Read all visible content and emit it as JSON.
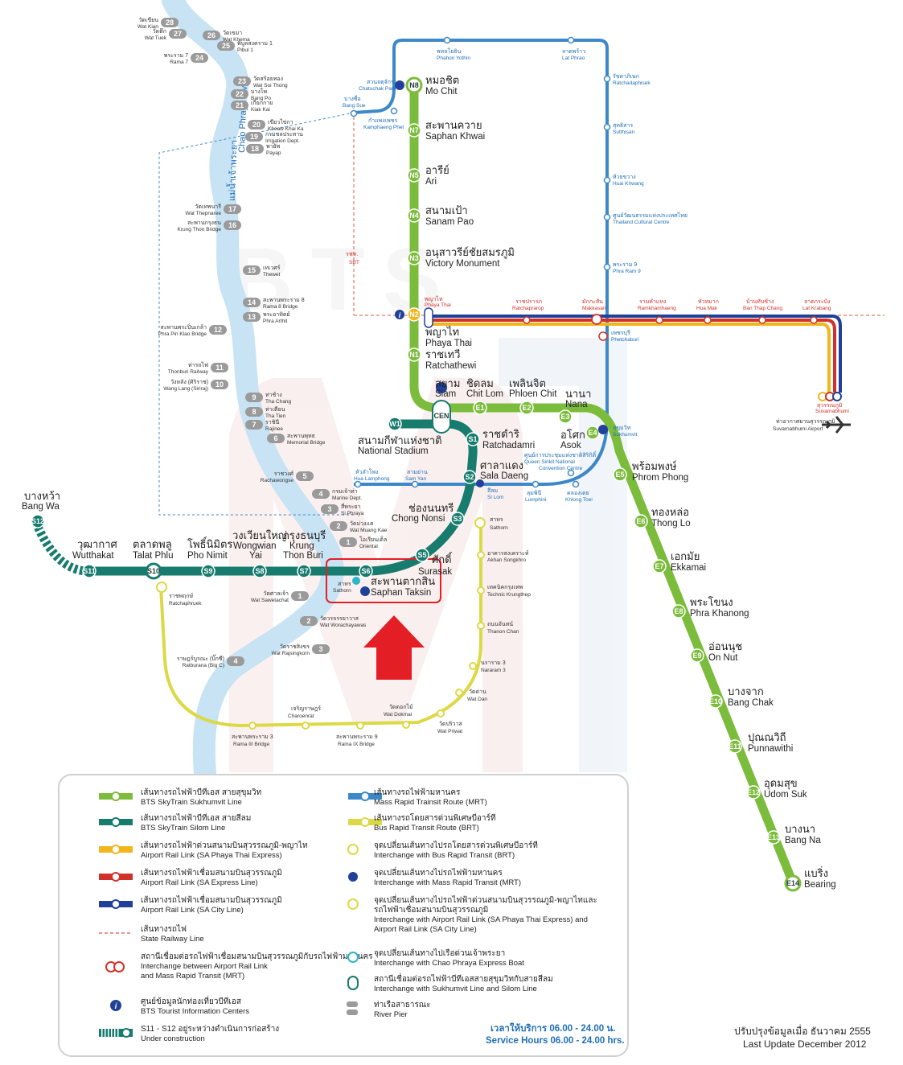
{
  "colors": {
    "sukhumvit": "#7cbc3c",
    "silom": "#177b6e",
    "mrt": "#3c88c8",
    "brt": "#dcd946",
    "arl_express": "#d0322b",
    "arl_city": "#21409a",
    "arl_phayathai": "#f2b61c",
    "river": "#c7e3f4",
    "rail": "#e0574a",
    "highlight": "#e41e25"
  },
  "watermark": "BTS",
  "river": {
    "th": "แม่น้ำเจ้าพระยา",
    "en": "Chao Phraya River"
  },
  "sukhumvit": [
    {
      "code": "N8",
      "th": "หมอชิต",
      "en": "Mo Chit"
    },
    {
      "code": "N7",
      "th": "สะพานควาย",
      "en": "Saphan Khwai"
    },
    {
      "code": "N5",
      "th": "อารีย์",
      "en": "Ari"
    },
    {
      "code": "N4",
      "th": "สนามเป้า",
      "en": "Sanam Pao"
    },
    {
      "code": "N3",
      "th": "อนุสาวรีย์ชัยสมรภูมิ",
      "en": "Victory Monument"
    },
    {
      "code": "N2",
      "th": "พญาไท",
      "en": "Phaya Thai"
    },
    {
      "code": "N1",
      "th": "ราชเทวี",
      "en": "Ratchathewi"
    },
    {
      "code": "CEN",
      "th": "สยาม",
      "en": "Siam"
    },
    {
      "code": "E1",
      "th": "ชิดลม",
      "en": "Chit Lom"
    },
    {
      "code": "E2",
      "th": "เพลินจิต",
      "en": "Phloen Chit"
    },
    {
      "code": "E3",
      "th": "นานา",
      "en": "Nana"
    },
    {
      "code": "E4",
      "th": "อโศก",
      "en": "Asok"
    },
    {
      "code": "E5",
      "th": "พร้อมพงษ์",
      "en": "Phrom Phong"
    },
    {
      "code": "E6",
      "th": "ทองหล่อ",
      "en": "Thong Lo"
    },
    {
      "code": "E7",
      "th": "เอกมัย",
      "en": "Ekkamai"
    },
    {
      "code": "E8",
      "th": "พระโขนง",
      "en": "Phra Khanong"
    },
    {
      "code": "E9",
      "th": "อ่อนนุช",
      "en": "On Nut"
    },
    {
      "code": "E10",
      "th": "บางจาก",
      "en": "Bang Chak"
    },
    {
      "code": "E11",
      "th": "ปุณณวิถี",
      "en": "Punnawithi"
    },
    {
      "code": "E12",
      "th": "อุดมสุข",
      "en": "Udom Suk"
    },
    {
      "code": "E13",
      "th": "บางนา",
      "en": "Bang Na"
    },
    {
      "code": "E14",
      "th": "แบริ่ง",
      "en": "Bearing"
    }
  ],
  "silom": [
    {
      "code": "W1",
      "th": "สนามกีฬาแห่งชาติ",
      "en": "National Stadium"
    },
    {
      "code": "S1",
      "th": "ราชดำริ",
      "en": "Ratchadamri"
    },
    {
      "code": "S2",
      "th": "ศาลาแดง",
      "en": "Sala Daeng"
    },
    {
      "code": "S3",
      "th": "ช่องนนทรี",
      "en": "Chong Nonsi"
    },
    {
      "code": "S5",
      "th": "ศักดิ์",
      "en": "Surasak"
    },
    {
      "code": "S6",
      "th": "สะพานตากสิน",
      "en": "Saphan Taksin"
    },
    {
      "code": "S7",
      "th": "กรุงธนบุรี",
      "en": "Krung",
      "en2": "Thon Buri"
    },
    {
      "code": "S8",
      "th": "วงเวียนใหญ่",
      "en": "Wongwian",
      "en2": "Yai"
    },
    {
      "code": "S9",
      "th": "โพธิ์นิมิตร",
      "en": "Pho Nimit"
    },
    {
      "code": "S10",
      "th": "ตลาดพลู",
      "en": "Talat Phlu"
    },
    {
      "code": "S11",
      "th": "วุฒากาศ",
      "en": "Wutthakat"
    },
    {
      "code": "S12",
      "th": "บางหว้า",
      "en": "Bang Wa"
    }
  ],
  "mrt": [
    {
      "th": "พหลโยธิน",
      "en": "Phahon Yothin"
    },
    {
      "th": "ลาดพร้าว",
      "en": "Lat Phrao"
    },
    {
      "th": "รัชดาภิเษก",
      "en": "Ratchadaphisek"
    },
    {
      "th": "สุทธิสาร",
      "en": "Sutthisan"
    },
    {
      "th": "ห้วยขวาง",
      "en": "Huai Khwang"
    },
    {
      "th": "ศูนย์วัฒนธรรมแห่งประเทศไทย",
      "en": "Thailand Cultural Centre"
    },
    {
      "th": "พระราม 9",
      "en": "Phra Ram 9"
    },
    {
      "th": "เพชรบุรี",
      "en": "Phetchaburi"
    },
    {
      "th": "สุขุมวิท",
      "en": "Sukhumvit"
    },
    {
      "th": "ศูนย์การประชุมแห่งชาติสิริกิติ์",
      "en": "Queen Sirikit National",
      "en2": "Convention Centre"
    },
    {
      "th": "คลองเตย",
      "en": "Khlong Toei"
    },
    {
      "th": "ลุมพินี",
      "en": "Lumphini"
    },
    {
      "th": "สีลม",
      "en": "Si Lom"
    },
    {
      "th": "สามย่าน",
      "en": "Sam Yan"
    },
    {
      "th": "หัวลำโพง",
      "en": "Hua Lamphong"
    },
    {
      "th": "สวนจตุจักร",
      "en": "Chatuchak Park"
    },
    {
      "th": "กำแพงเพชร",
      "en": "Kamphaeng Phet"
    },
    {
      "th": "บางซื่อ",
      "en": "Bang Sue"
    }
  ],
  "arl": [
    {
      "th": "พญาไท",
      "en": "Phaya Thai"
    },
    {
      "th": "ราชปรารภ",
      "en": "Ratchaprarop"
    },
    {
      "th": "มักกะสัน",
      "en": "Makkasan"
    },
    {
      "th": "รามคำแหง",
      "en": "Ramkhamhaeng"
    },
    {
      "th": "หัวหมาก",
      "en": "Hua Mak"
    },
    {
      "th": "บ้านทับช้าง",
      "en": "Ban Thap Chang"
    },
    {
      "th": "ลาดกระบัง",
      "en": "Lat Krabang"
    },
    {
      "th": "สุวรรณภูมิ",
      "en": "Suvarnabhumi"
    }
  ],
  "airport": {
    "th": "ท่าอากาศยานสุวรรณภูมิ",
    "en": "Suvarnabhumi Airport"
  },
  "srt_label": {
    "th": "รฟท.",
    "en": "SRT"
  },
  "brt": [
    {
      "th": "สาทร",
      "en": "Sathorn"
    },
    {
      "th": "อาคารสงเคราะห์",
      "en": "Akhan Songkhro"
    },
    {
      "th": "เทคนิคกรุงเทพ",
      "en": "Technic Krungthep"
    },
    {
      "th": "ถนนจันทน์",
      "en": "Thanon Chan"
    },
    {
      "th": "นราราม 3",
      "en": "Nararam 3"
    },
    {
      "th": "วัดด่าน",
      "en": "Wat Dan"
    },
    {
      "th": "วัดปริวาส",
      "en": "Wat Priwat"
    },
    {
      "th": "วัดดอกไม้",
      "en": "Wat Dokmai"
    },
    {
      "th": "สะพานพระราม 9",
      "en": "Rama IX Bridge"
    },
    {
      "th": "เจริญราษฎร์",
      "en": "Charoenrat"
    },
    {
      "th": "สะพานพระราม 3",
      "en": "Rama III Bridge"
    },
    {
      "th": "ราชพฤกษ์",
      "en": "Ratchaphruek"
    }
  ],
  "piers": [
    {
      "num": "28",
      "th": "วัดเขียน",
      "en": "Wat Kian"
    },
    {
      "num": "27",
      "th": "วัดตึก",
      "en": "Wat Tuek"
    },
    {
      "num": "26",
      "th": "วัดเขมา",
      "en": "Wat Khema"
    },
    {
      "num": "25",
      "th": "พิบูลสงคราม 1",
      "en": "Pibul 1"
    },
    {
      "num": "24",
      "th": "พระราม 7",
      "en": "Rama 7"
    },
    {
      "num": "23",
      "th": "วัดสร้อยทอง",
      "en": "Wat Soi Thong"
    },
    {
      "num": "22",
      "th": "บางโพ",
      "en": "Bang Po"
    },
    {
      "num": "21",
      "th": "เกียกกาย",
      "en": "Kiak Kai"
    },
    {
      "num": "20",
      "th": "เขียวไข่กา",
      "en": "Kheaw Khai Ka"
    },
    {
      "num": "19",
      "th": "กรมชลประทาน",
      "en": "Irrigation Dept."
    },
    {
      "num": "18",
      "th": "พายัพ",
      "en": "Payap"
    },
    {
      "num": "17",
      "th": "วัดเทพนารี",
      "en": "Wat Thepnaree"
    },
    {
      "num": "16",
      "th": "สะพานกรุงธน",
      "en": "Krung Thon Bridge"
    },
    {
      "num": "15",
      "th": "เทเวศร์",
      "en": "Thewet"
    },
    {
      "num": "14",
      "th": "สะพานพระราม 8",
      "en": "Rama 8 Bridge"
    },
    {
      "num": "13",
      "th": "พระอาทิตย์",
      "en": "Phra Arthit"
    },
    {
      "num": "12",
      "th": "สะพานพระปิ่นเกล้า",
      "en": "Phra Pin Klao Bridge"
    },
    {
      "num": "11",
      "th": "ท่ารถไฟ",
      "en": "Thonburi Railway"
    },
    {
      "num": "10",
      "th": "วังหลัง (ศิริราช)",
      "en": "Wang Lang (Siriraj)"
    },
    {
      "num": "9",
      "th": "ท่าช้าง",
      "en": "Tha Chang"
    },
    {
      "num": "8",
      "th": "ท่าเตียน",
      "en": "Tha Tien"
    },
    {
      "num": "7",
      "th": "ราชินี",
      "en": "Rajinee"
    },
    {
      "num": "6",
      "th": "สะพานพุทธ",
      "en": "Memorial Bridge"
    },
    {
      "num": "5",
      "th": "ราชวงศ์",
      "en": "Rachawongse"
    },
    {
      "num": "4",
      "th": "กรมเจ้าท่า",
      "en": "Marine Dept."
    },
    {
      "num": "3",
      "th": "สี่พระยา",
      "en": "Si Phraya"
    },
    {
      "num": "2",
      "th": "วัดม่วงแค",
      "en": "Wat Muang Kae"
    },
    {
      "num": "1",
      "th": "โอเรียนเต็ล",
      "en": "Oriental"
    },
    {
      "num": "1",
      "th": "วัดศาลเจ้า",
      "en": "Wat Sawetachat"
    },
    {
      "num": "2",
      "th": "วัดวรจรรยาวาส",
      "en": "Wat Worachayawas"
    },
    {
      "num": "3",
      "th": "วัดราชสิงขร",
      "en": "Wat Rajsingkorn"
    },
    {
      "num": "4",
      "th": "ราษฎร์บูรณะ (บิ๊กซี)",
      "en": "Ratburana (Big C)"
    }
  ],
  "sathorn_pier": {
    "th": "สาทร",
    "en": "Sathorn"
  },
  "legend": [
    {
      "key": "sukhumvit",
      "th": "เส้นทางรถไฟฟ้าบีทีเอส สายสุขุมวิท",
      "en": "BTS SkyTrain Sukhumvit Line"
    },
    {
      "key": "silom",
      "th": "เส้นทางรถไฟฟ้าบีทีเอส สายสีลม",
      "en": "BTS SkyTrain Silom Line"
    },
    {
      "key": "arl_phayathai",
      "th": "เส้นทางรถไฟฟ้าด่วนสนามบินสุวรรณภูมิ-พญาไท",
      "en": "Airport Rail Link (SA Phaya Thai Express)"
    },
    {
      "key": "arl_express",
      "th": "เส้นทางรถไฟฟ้าเชื่อมสนามบินสุวรรณภูมิ",
      "en": "Airport Rail Link (SA Express Line)"
    },
    {
      "key": "arl_city",
      "th": "เส้นทางรถไฟฟ้าเชื่อมสนามบินสุวรรณภูมิ",
      "en": "Airport Rail Link (SA City Line)"
    },
    {
      "key": "rail",
      "th": "เส้นทางรถไฟ",
      "en": "State Railway Line"
    },
    {
      "key": "arl_mrt",
      "th": "สถานีเชื่อมต่อรถไฟฟ้าเชื่อมสนามบินสุวรรณภูมิกับรถไฟฟ้ามหานคร",
      "th2": "",
      "en": "Interchange between Airport Rail Link",
      "en2": "and Mass Rapid Transit (MRT)"
    },
    {
      "key": "info",
      "th": "ศูนย์ข้อมูลนักท่องเที่ยวบีทีเอส",
      "en": "BTS Tourist Information Centers"
    },
    {
      "key": "construction",
      "th": "S11 - S12 อยู่ระหว่างดำเนินการก่อสร้าง",
      "en": "Under construction"
    },
    {
      "key": "mrt",
      "th": "เส้นทางรถไฟฟ้ามหานคร",
      "en": "Mass Rapid Trainsit Route (MRT)"
    },
    {
      "key": "brt",
      "th": "เส้นทางรถโดยสารด่วนพิเศษบีอาร์ที",
      "en": "Bus Rapid Transit Route (BRT)"
    },
    {
      "key": "int_brt",
      "th": "จุดเปลี่ยนเส้นทางไปรถโดยสารด่วนพิเศษบีอาร์ที",
      "en": "Interchange with Bus Rapid Transit (BRT)"
    },
    {
      "key": "int_mrt",
      "th": "จุดเปลี่ยนเส้นทางไปรถไฟฟ้ามหานคร",
      "en": "Interchange with Mass Rapid Transit (MRT)"
    },
    {
      "key": "int_arl",
      "th": "จุดเปลี่ยนเส้นทางไปรถไฟฟ้าด่วนสนามบินสุวรรณภูมิ-พญาไทและ",
      "th2": "รถไฟฟ้าเชื่อมสนามบินสุวรรณภูมิ",
      "en": "Interchange with Airport Rail Link (SA Phaya Thai Express) and",
      "en2": "Airport Rail Link (SA City Line)"
    },
    {
      "key": "int_boat",
      "th": "จุดเปลี่ยนเส้นทางไปเรือด่วนเจ้าพระยา",
      "en": "Interchange with Chao Phraya Express Boat"
    },
    {
      "key": "int_bts",
      "th": "สถานีเชื่อมต่อรถไฟฟ้าบีทีเอสสายสุขุมวิทกับสายสีลม",
      "en": "Interchange with Sukhumvit Line and Silom Line"
    },
    {
      "key": "pier",
      "th": "ท่าเรือสาธารณะ",
      "en": "River Pier"
    }
  ],
  "service_hours": {
    "th": "เวลาให้บริการ 06.00 - 24.00 น.",
    "en": "Service Hours 06.00 - 24.00 hrs."
  },
  "last_update": {
    "th": "ปรับปรุงข้อมูลเมื่อ ธันวาคม 2555",
    "en": "Last Update December 2012"
  }
}
